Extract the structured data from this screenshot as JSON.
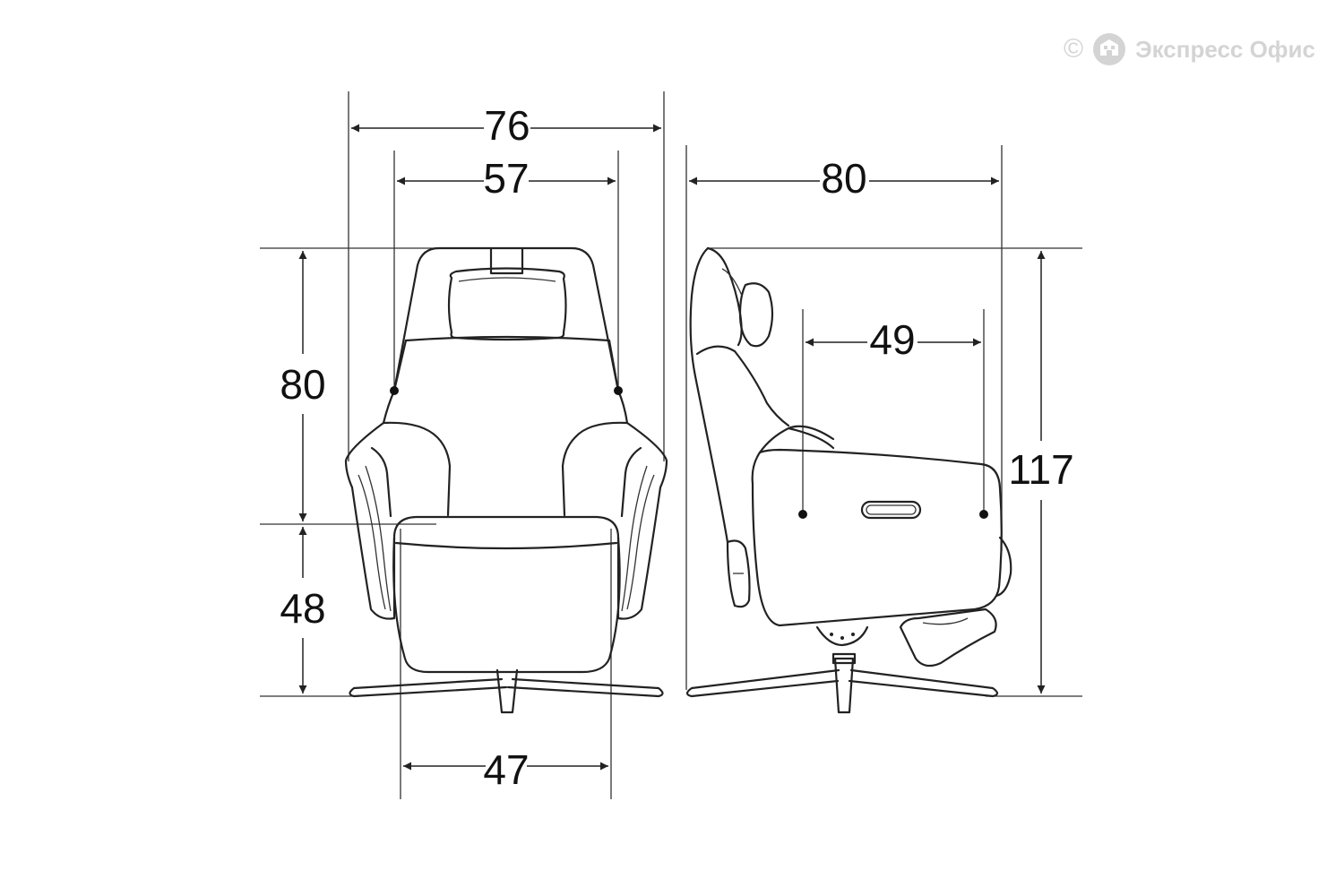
{
  "watermark": {
    "copyright_symbol": "©",
    "brand": "Экспресс Офис",
    "logo_icon": "building-logo-icon",
    "color": "#d4d4d4"
  },
  "front_view": {
    "dims": {
      "overall_width": "76",
      "back_width": "57",
      "back_height": "80",
      "seat_height": "48",
      "seat_width": "47"
    }
  },
  "side_view": {
    "dims": {
      "overall_depth": "80",
      "seat_depth": "49",
      "overall_height": "117"
    }
  },
  "colors": {
    "line": "#222222",
    "background": "#ffffff"
  }
}
